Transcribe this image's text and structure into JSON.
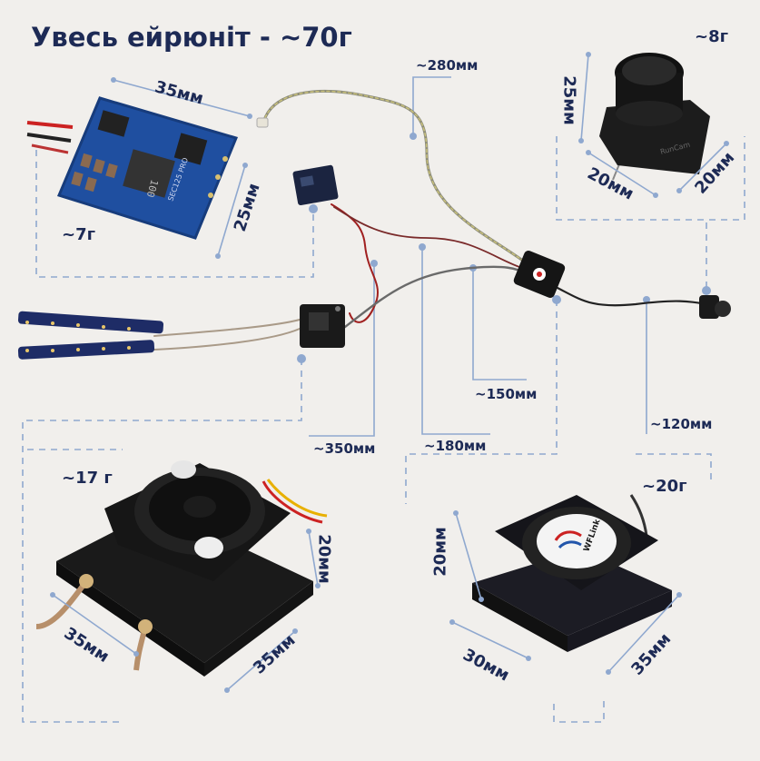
{
  "title": "Увесь ейрюніт - ~70г",
  "gps": {
    "width": "35мм",
    "height": "25мм",
    "weight": "~7г"
  },
  "camera": {
    "height": "25мм",
    "depth": "20мм",
    "width": "20мм",
    "weight": "~8г"
  },
  "receiver_module": {
    "weight": "~17 г",
    "height": "20мм",
    "width": "35мм",
    "depth": "35мм"
  },
  "vtx_module": {
    "weight": "~20г",
    "height": "20мм",
    "width": "30мм",
    "depth": "35мм"
  },
  "cables": {
    "c280": "~280мм",
    "c350": "~350мм",
    "c180": "~180мм",
    "c150": "~150мм",
    "c120": "~120мм"
  },
  "vtx_brand": "WFLink",
  "gps_silk": "SEC125 PRO",
  "gps_chip": "100",
  "cam_brand": "RunCam"
}
